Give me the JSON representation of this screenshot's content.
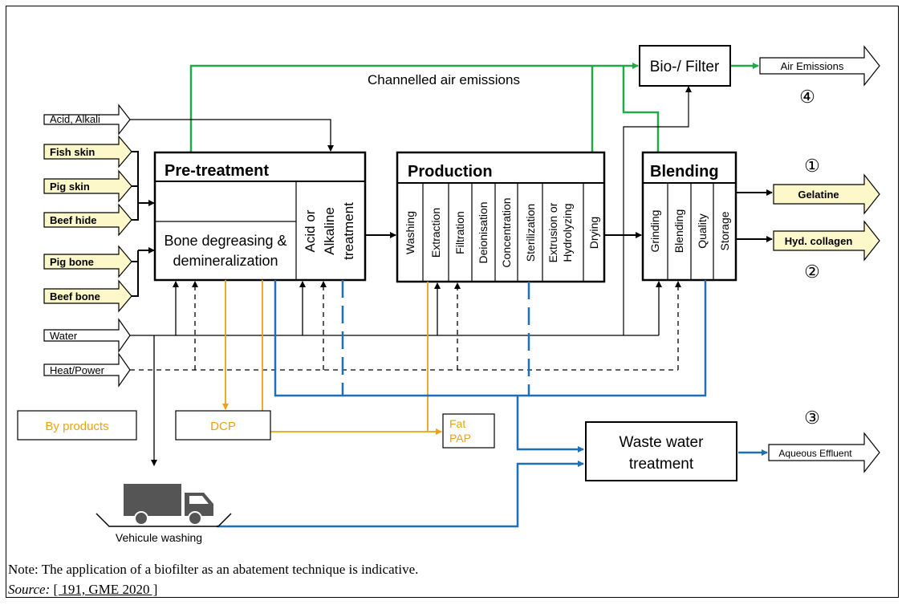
{
  "inputs": {
    "acid_alkali": "Acid, Alkali",
    "fish_skin": "Fish skin",
    "pig_skin": "Pig skin",
    "beef_hide": "Beef hide",
    "pig_bone": "Pig bone",
    "beef_bone": "Beef bone",
    "water": "Water",
    "heat_power": "Heat/Power"
  },
  "channelled_air": "Channelled air emissions",
  "biofilter": "Bio-/ Filter",
  "pretreatment": {
    "title": "Pre-treatment",
    "bone": [
      "Bone degreasing &",
      "demineralization"
    ],
    "acid": [
      "Acid or",
      "Alkaline",
      "treatment"
    ]
  },
  "production": {
    "title": "Production",
    "steps": [
      "Washing",
      "Extraction",
      "Filtration",
      "Deionisation",
      "Concentration",
      "Sterilization"
    ],
    "extrusion": [
      "Extrusion or",
      "Hydrolyzing"
    ],
    "drying": "Drying"
  },
  "blending": {
    "title": "Blending",
    "steps": [
      "Grinding",
      "Blending",
      "Quality",
      "Storage"
    ]
  },
  "outputs": {
    "air": "Air Emissions",
    "gelatine": "Gelatine",
    "hyd_collagen": "Hyd. collagen",
    "aqueous": "Aqueous Effluent",
    "n1": "①",
    "n2": "②",
    "n3": "③",
    "n4": "④"
  },
  "byproducts": {
    "legend": "By products",
    "dcp": "DCP",
    "fat": "Fat",
    "pap": "PAP"
  },
  "wwt": [
    "Waste water",
    "treatment"
  ],
  "vehicle": "Vehicule washing",
  "note": "Note: The application of a biofilter as an abatement technique is indicative.",
  "source_label": "Source:",
  "source_ref": "[ 191, GME 2020 ]",
  "colors": {
    "green": "#22a84a",
    "orange": "#e8a317",
    "blue": "#1f6fb8",
    "yellow_fill": "#fdf8c9"
  }
}
